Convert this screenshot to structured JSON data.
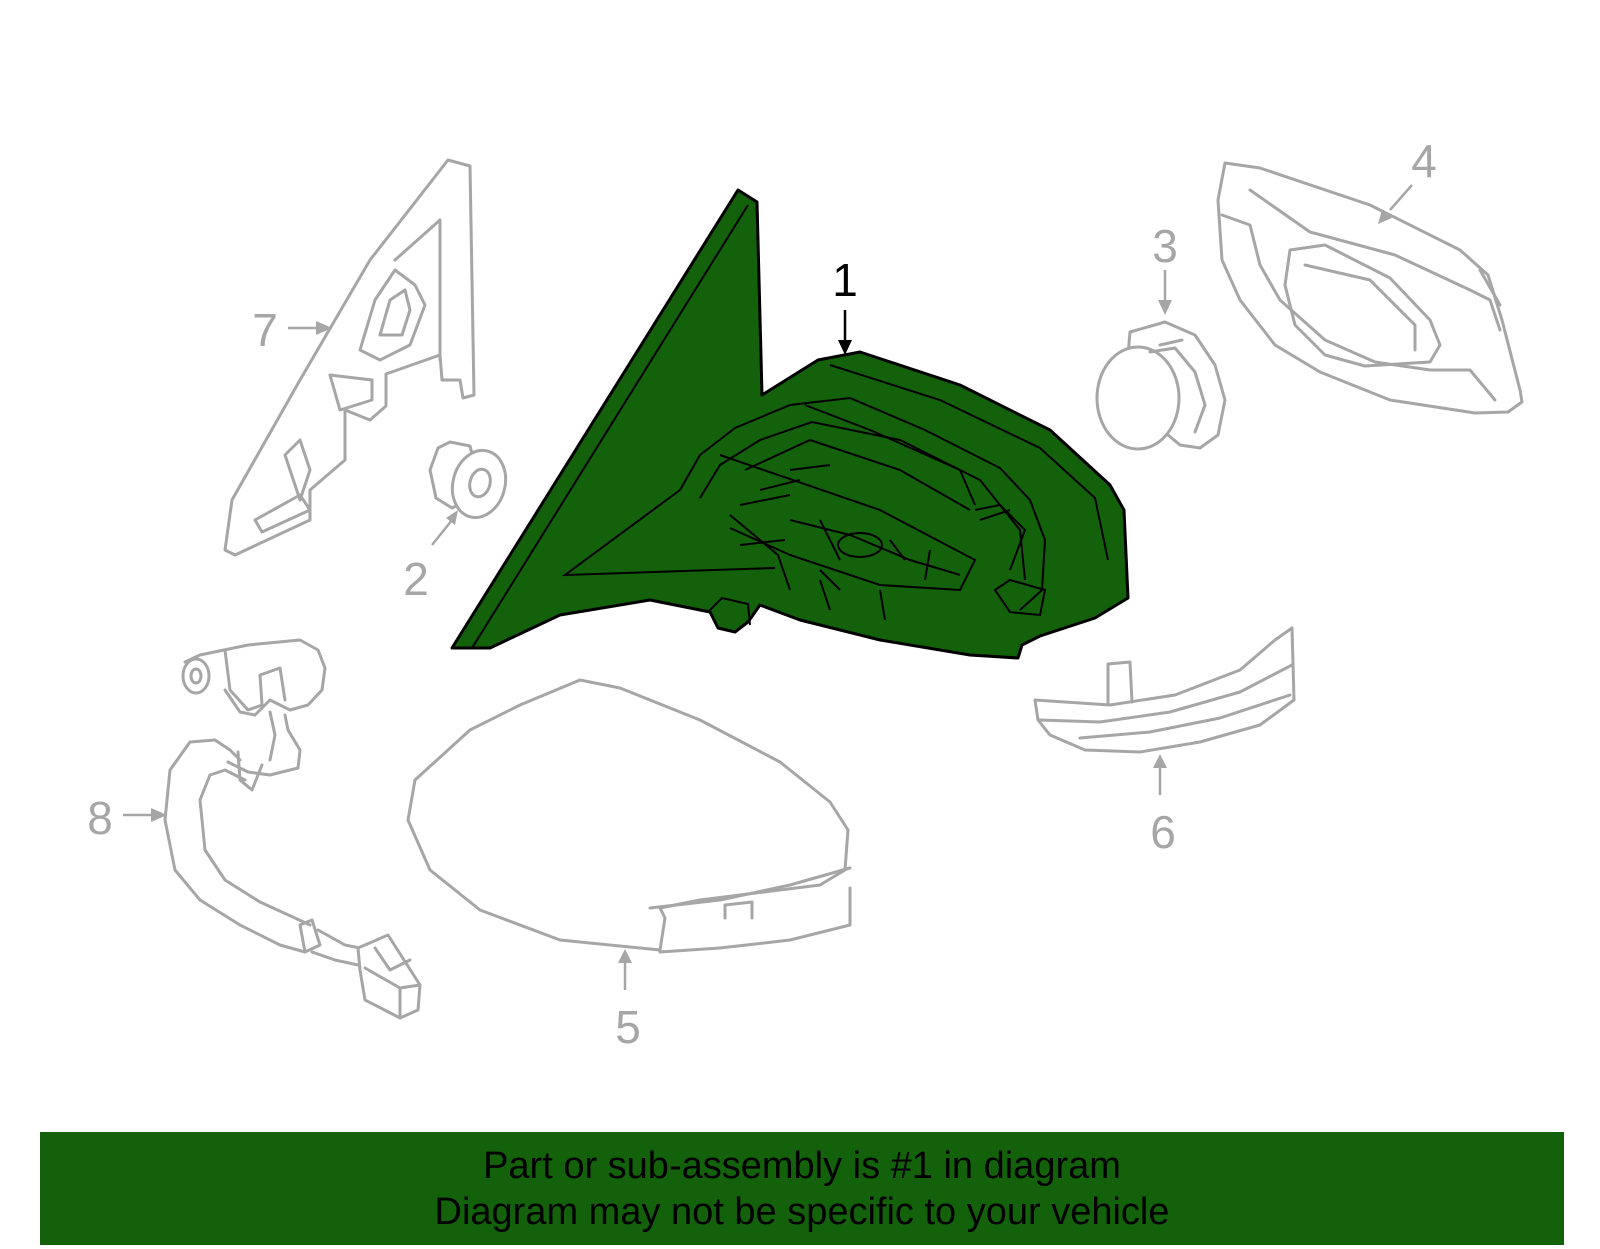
{
  "diagram": {
    "callouts": [
      "1",
      "2",
      "3",
      "4",
      "5",
      "6",
      "7",
      "8"
    ],
    "highlight_color": "#13620b",
    "part_outline_color": "#a6a6a6"
  },
  "banner": {
    "line1": "Part or sub-assembly is #1 in diagram",
    "line2": "Diagram may not be specific to your vehicle",
    "background": "#13620b"
  }
}
